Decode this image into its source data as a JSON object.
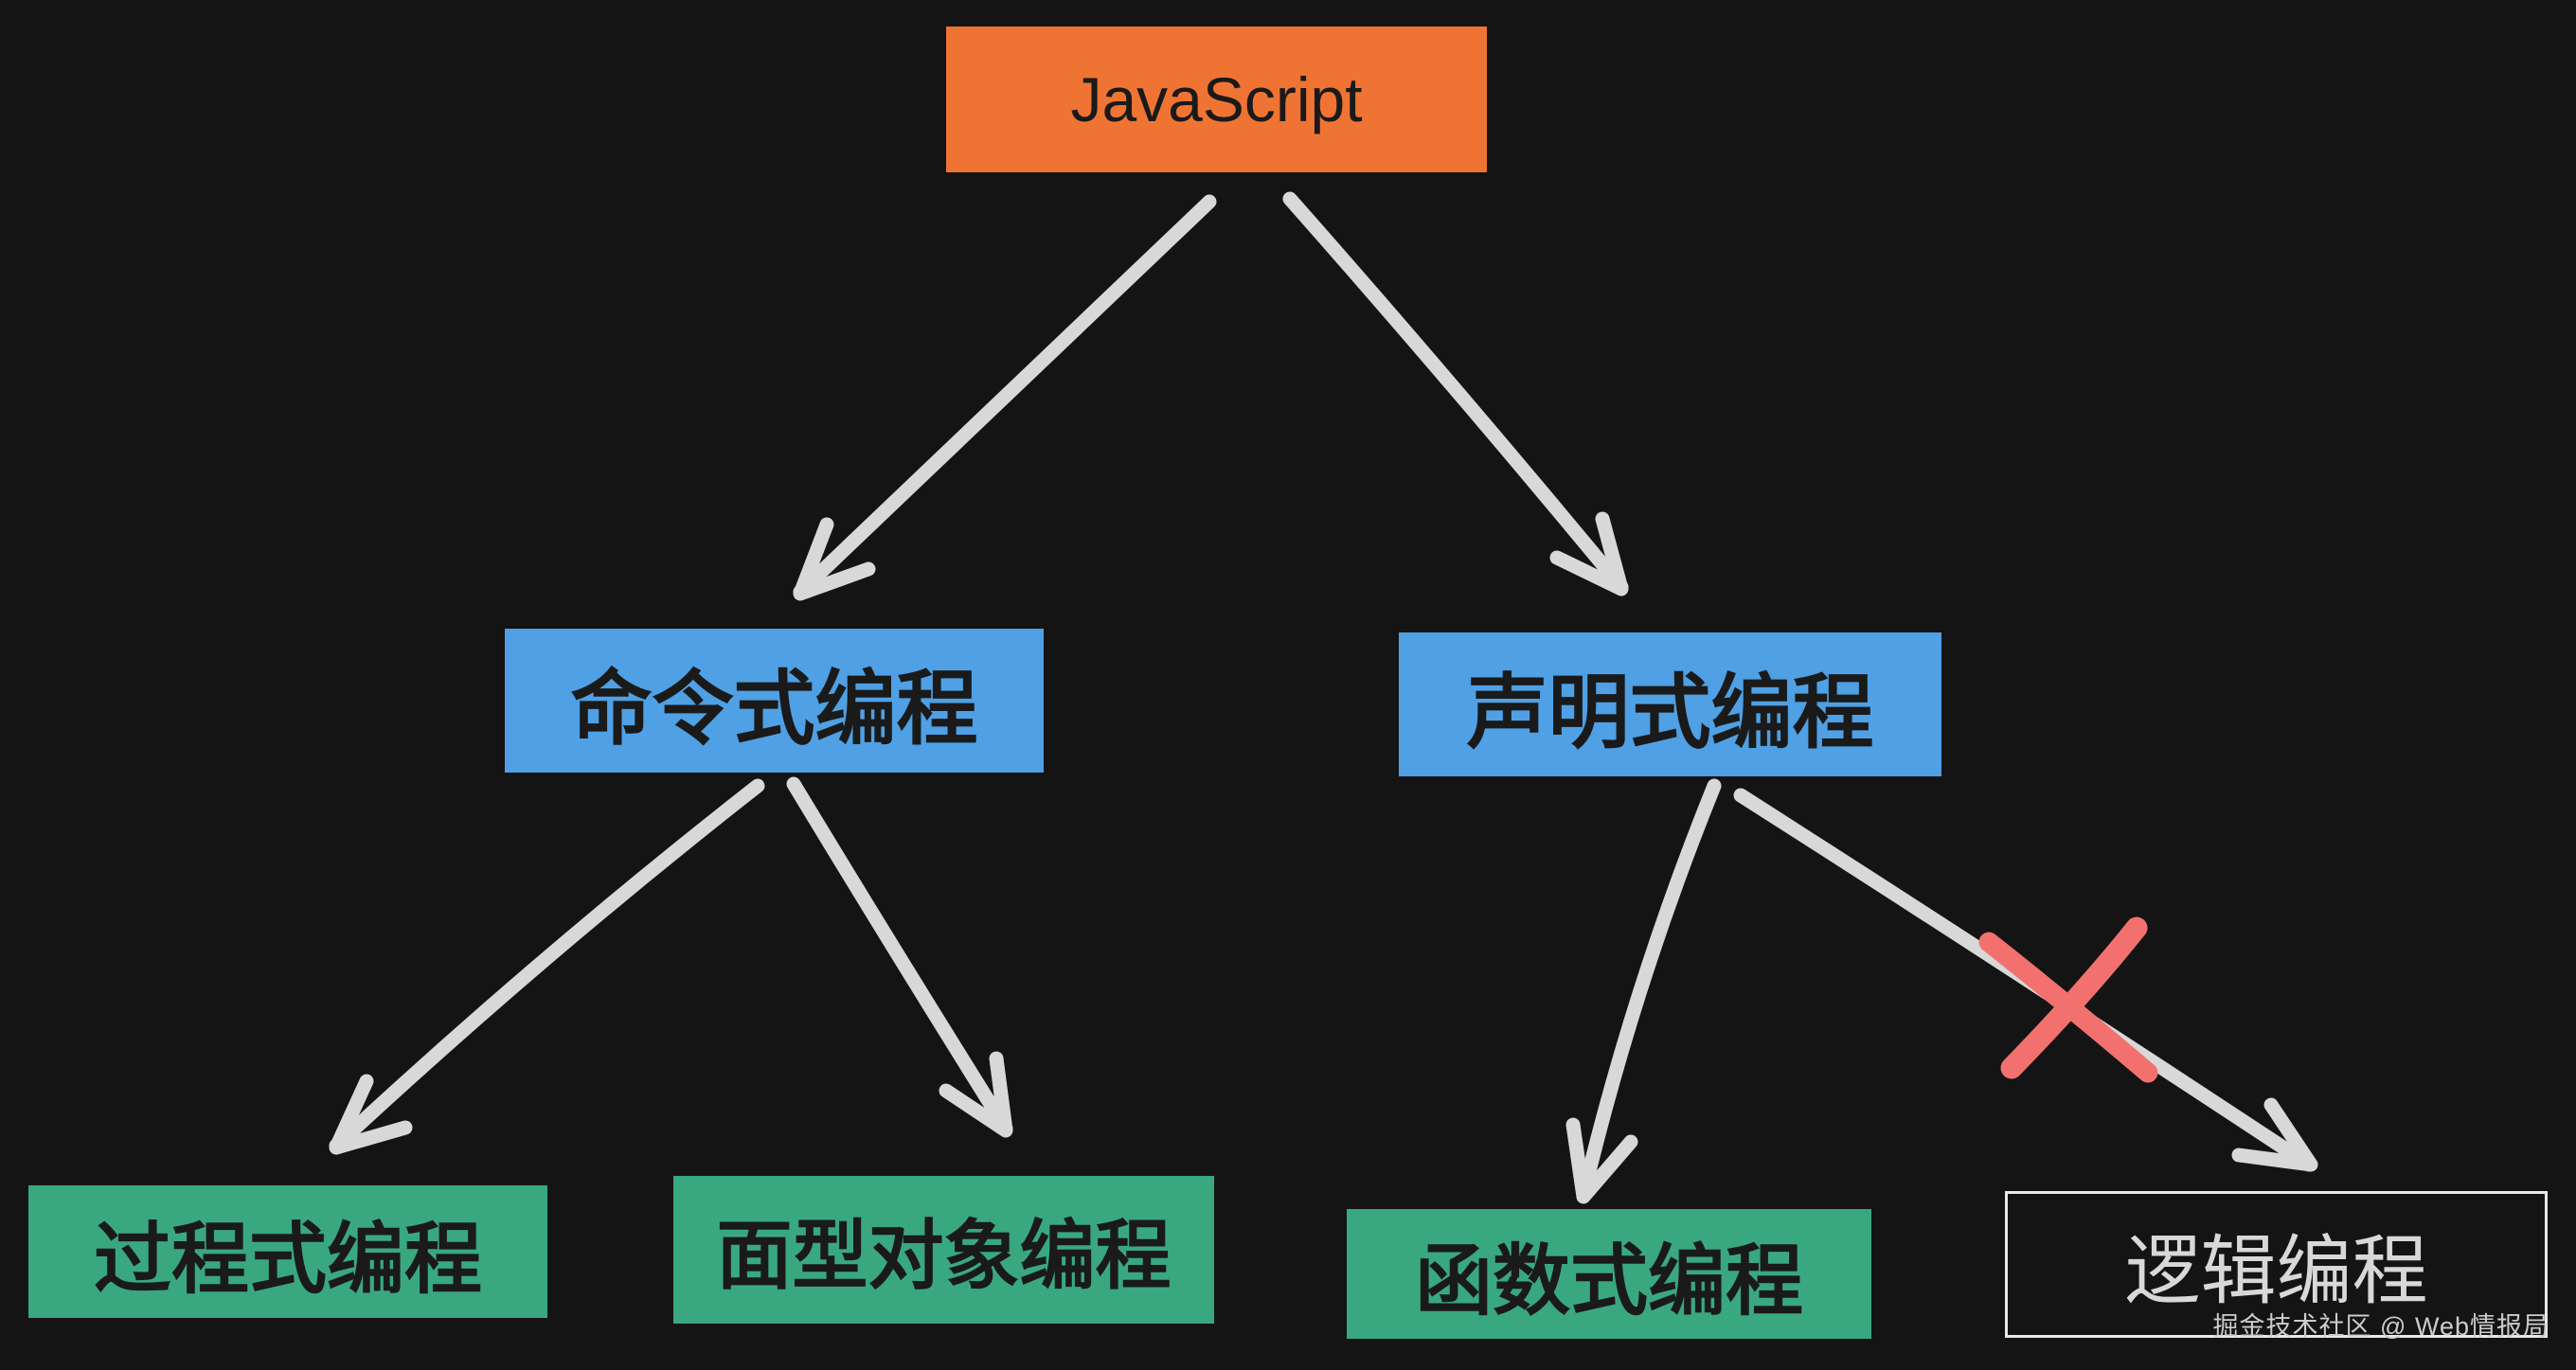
{
  "diagram": {
    "nodes": {
      "root": {
        "label": "JavaScript"
      },
      "imperative": {
        "label": "命令式编程"
      },
      "declarative": {
        "label": "声明式编程"
      },
      "procedural": {
        "label": "过程式编程"
      },
      "oop": {
        "label": "面型对象编程"
      },
      "functional": {
        "label": "函数式编程"
      },
      "logic": {
        "label": "逻辑编程"
      }
    },
    "edges": [
      {
        "from": "root",
        "to": "imperative",
        "crossed_out": false
      },
      {
        "from": "root",
        "to": "declarative",
        "crossed_out": false
      },
      {
        "from": "imperative",
        "to": "procedural",
        "crossed_out": false
      },
      {
        "from": "imperative",
        "to": "oop",
        "crossed_out": false
      },
      {
        "from": "declarative",
        "to": "functional",
        "crossed_out": false
      },
      {
        "from": "declarative",
        "to": "logic",
        "crossed_out": true
      }
    ],
    "watermark": "掘金技术社区 @ Web情报局",
    "colors": {
      "background": "#141414",
      "arrow": "#D8D8D8",
      "cross": "#F2716F",
      "node_text": "#1A1A1A",
      "root_fill": "#EF7434",
      "branch_fill": "#4FA0E4",
      "leaf_fill": "#39A880",
      "logic_border": "#E8E8E8",
      "logic_text": "#D8D8D8",
      "watermark_text": "#CCCCCC"
    }
  }
}
